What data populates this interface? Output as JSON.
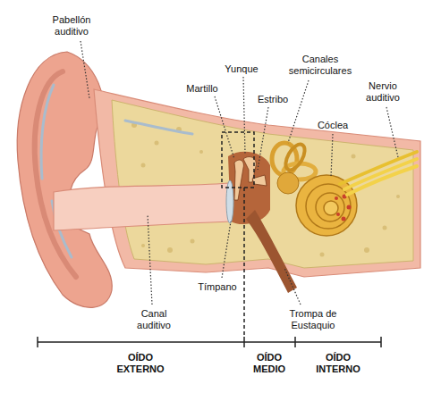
{
  "diagram": {
    "labels": [
      "Pabellón auditivo",
      "Martillo",
      "Yunque",
      "Estribo",
      "Canales semicirculares",
      "Nervio auditivo",
      "Cóclea",
      "Tímpano",
      "Canal auditivo",
      "Trompa de Eustaquio",
      "OÍDO EXTERNO",
      "OÍDO MEDIO",
      "OÍDO INTERNO"
    ]
  }
}
